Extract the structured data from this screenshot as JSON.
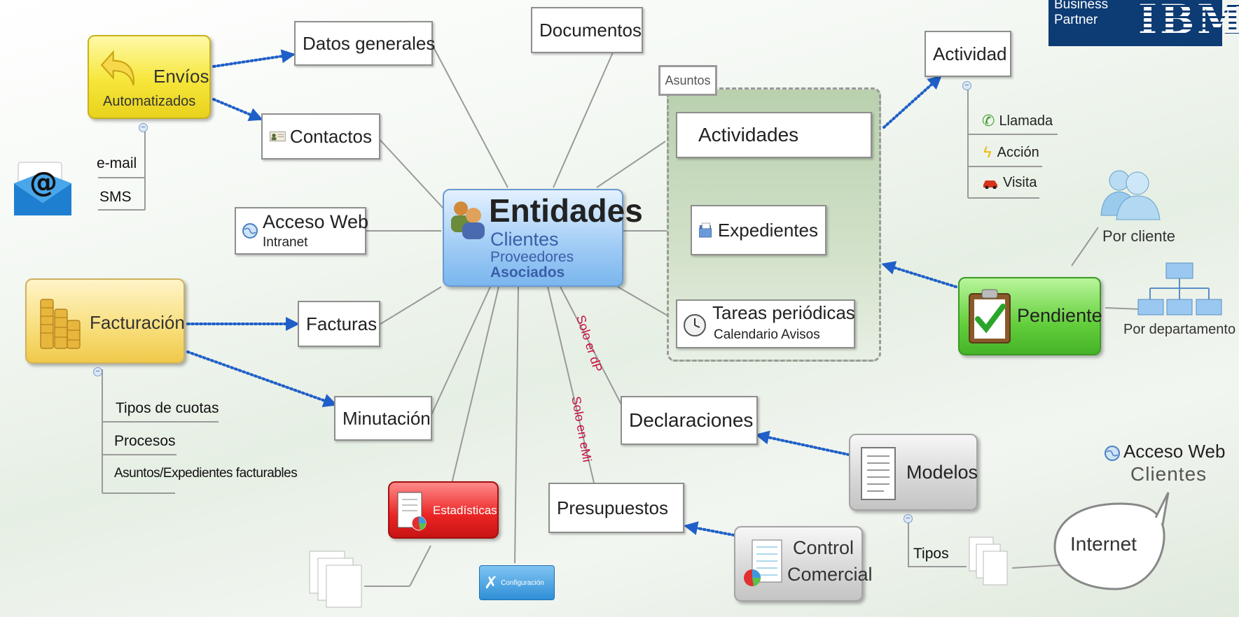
{
  "brand": {
    "line1": "Business",
    "line2": "Partner",
    "logo": "IBM",
    "bg_color": "#0d3b73"
  },
  "colors": {
    "connector": "#1f5fc8",
    "line": "#9a9a9a",
    "rotated_text": "#c8103f"
  },
  "center": {
    "title": "Entidades",
    "line1": "Clientes",
    "line2": "Proveedores",
    "line3": "Asociados",
    "icon": "users-icon"
  },
  "nodes": {
    "datos_generales": "Datos generales",
    "documentos": "Documentos",
    "contactos": "Contactos",
    "acceso_web_intranet_title": "Acceso Web",
    "acceso_web_intranet_sub": "Intranet",
    "facturas": "Facturas",
    "minutacion": "Minutación",
    "declaraciones": "Declaraciones",
    "presupuestos": "Presupuestos",
    "actividad": "Actividad"
  },
  "envios": {
    "title": "Envíos",
    "subtitle": "Automatizados",
    "items": [
      "e-mail",
      "SMS"
    ]
  },
  "facturacion": {
    "title": "Facturación",
    "items": [
      "Tipos de cuotas",
      "Procesos",
      "Asuntos/Expedientes facturables"
    ]
  },
  "asuntos": {
    "label": "Asuntos",
    "actividades": "Actividades",
    "expedientes": "Expedientes",
    "tareas_title": "Tareas periódicas",
    "tareas_sub": "Calendario Avisos"
  },
  "actividad_items": [
    "Llamada",
    "Acción",
    "Visita"
  ],
  "pendiente": {
    "title": "Pendiente",
    "por_cliente": "Por cliente",
    "por_departamento": "Por departamento"
  },
  "modelos": {
    "title": "Modelos",
    "items": [
      "Tipos"
    ]
  },
  "control_comercial": {
    "line1": "Control",
    "line2": "Comercial"
  },
  "estadisticas": "Estadísticas",
  "configuracion": "Configuración",
  "acceso_web_clientes": {
    "line1": "Acceso Web",
    "line2": "Clientes",
    "bubble": "Internet"
  },
  "rotated_notes": {
    "solo_dp": "Solo er dP",
    "solo_emi": "Solo en eMi"
  }
}
